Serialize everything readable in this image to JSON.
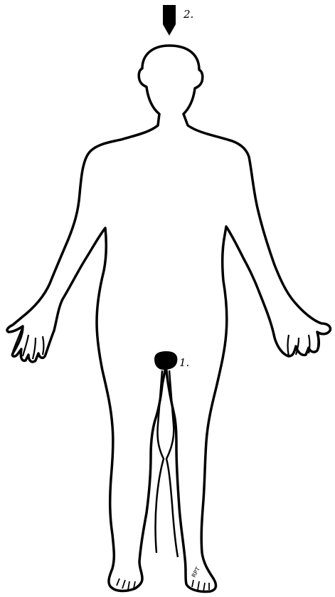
{
  "labels": {
    "marker_2": "2.",
    "marker_1": "1."
  },
  "signature": "RPT",
  "colors": {
    "outline": "#000000",
    "marker_fill": "#000000",
    "background": "#ffffff"
  }
}
